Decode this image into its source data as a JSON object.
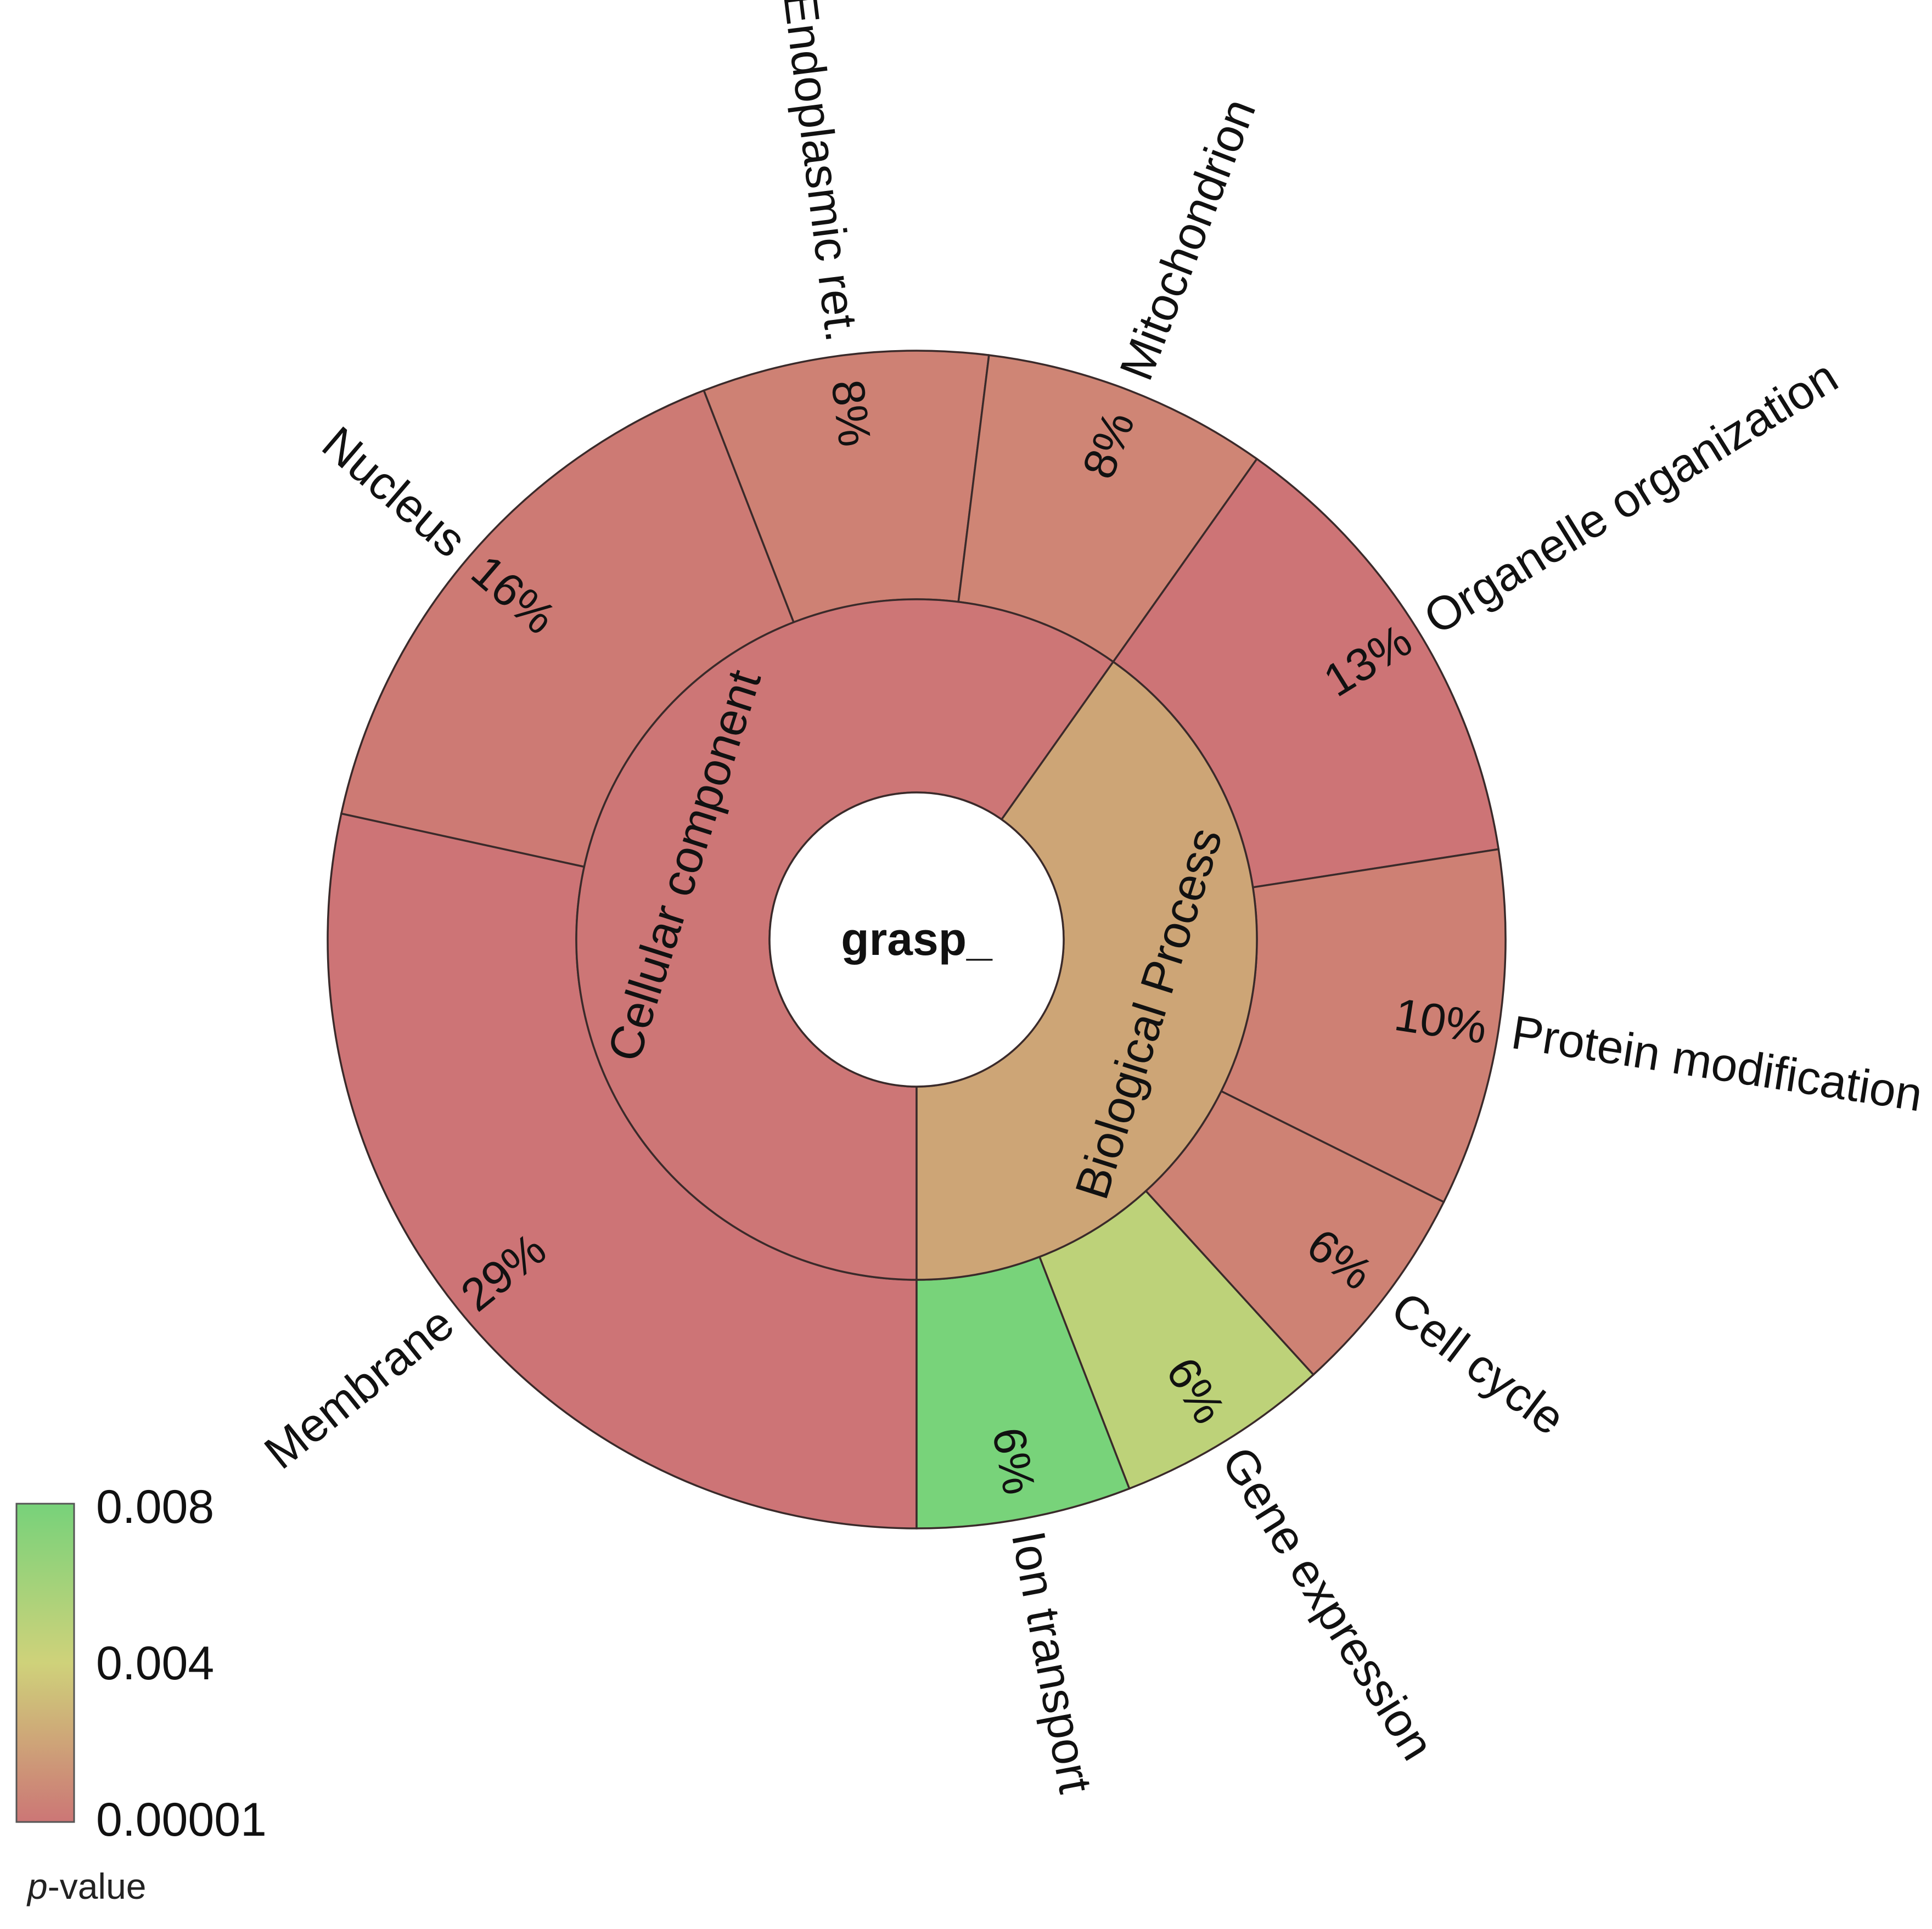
{
  "chart_data": {
    "type": "sunburst",
    "center_label": "grasp_",
    "colors": {
      "high": "#77d27a",
      "mid": "#cfd27a",
      "low": "#cc7676"
    },
    "inner_ring": [
      {
        "name": "Cellular component",
        "color": "#cd7676",
        "values_sum": 61
      },
      {
        "name": "Biological Process",
        "color": "#cda576",
        "values_sum": 41
      }
    ],
    "outer_ring": [
      {
        "name": "Membrane",
        "label": "29%",
        "value": 29,
        "parent": "Cellular component",
        "color": "#cd7476"
      },
      {
        "name": "Nucleus",
        "label": "16%",
        "value": 16,
        "parent": "Cellular component",
        "color": "#cd7a74"
      },
      {
        "name": "Endoplasmic ret.",
        "label": "8%",
        "value": 8,
        "parent": "Cellular component",
        "color": "#ce8174"
      },
      {
        "name": "Mitochondrion",
        "label": "8%",
        "value": 8,
        "parent": "Cellular component",
        "color": "#cf8575"
      },
      {
        "name": "Organelle organization",
        "label": "13%",
        "value": 13,
        "parent": "Biological Process",
        "color": "#cd7476"
      },
      {
        "name": "Protein modification",
        "label": "10%",
        "value": 10,
        "parent": "Biological Process",
        "color": "#ce8074"
      },
      {
        "name": "Cell cycle",
        "label": "6%",
        "value": 6,
        "parent": "Biological Process",
        "color": "#ce8274"
      },
      {
        "name": "Gene expression",
        "label": "6%",
        "value": 6,
        "parent": "Biological Process",
        "color": "#bdd279"
      },
      {
        "name": "Ion transport",
        "label": "6%",
        "value": 6,
        "parent": "Biological Process",
        "color": "#78d37a"
      }
    ],
    "legend": {
      "title": "p-value",
      "ticks": [
        "0.008",
        "0.004",
        "0.00001"
      ],
      "gradient": [
        "#77d27a",
        "#cfd27a",
        "#cc7676"
      ]
    }
  }
}
